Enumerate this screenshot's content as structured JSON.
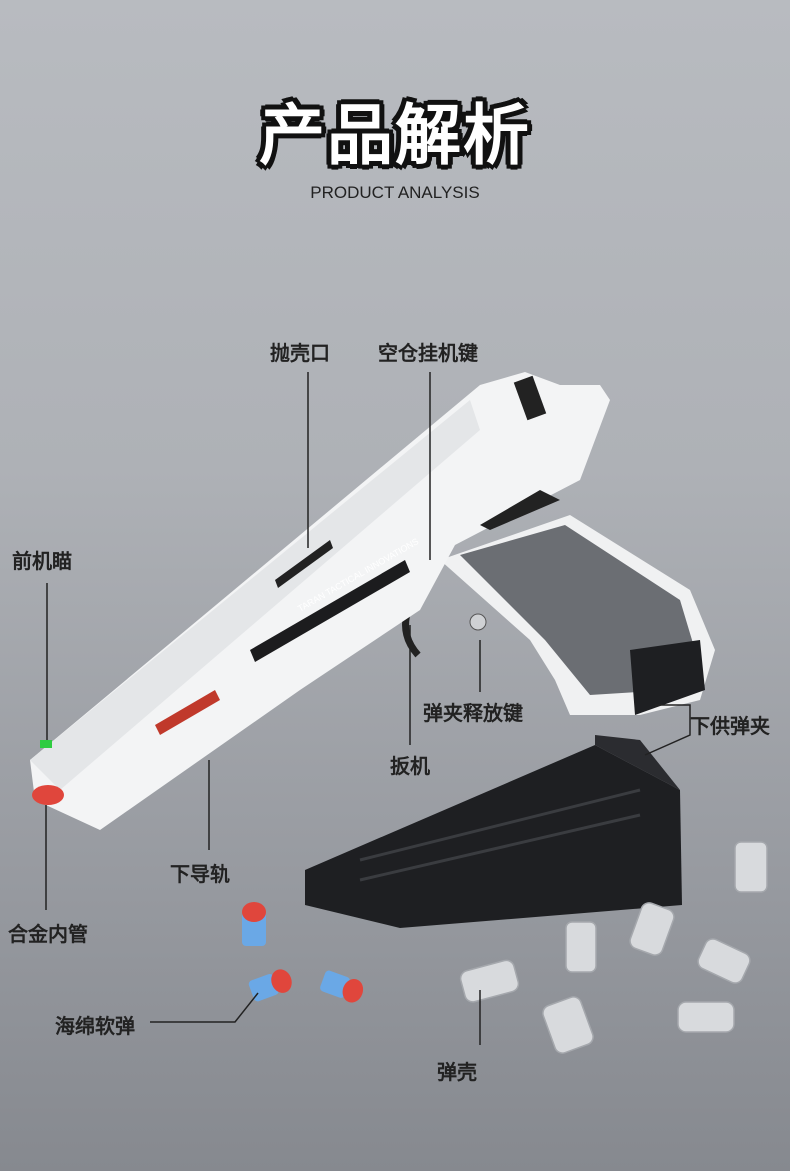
{
  "header": {
    "title": "产品解析",
    "subtitle": "PRODUCT ANALYSIS"
  },
  "product": {
    "logo_text": "TARAN TACTICAL INNOVATIONS"
  },
  "labels": {
    "ejection_port": "抛壳口",
    "slide_stop": "空仓挂机键",
    "front_sight": "前机瞄",
    "mag_release": "弹夹释放键",
    "trigger": "扳机",
    "bottom_magazine": "下供弹夹",
    "lower_rail": "下导轨",
    "alloy_barrel": "合金内管",
    "foam_darts": "海绵软弹",
    "shells": "弹壳"
  },
  "colors": {
    "background": "#aeb1b6",
    "slide": "#f2f3f4",
    "grip": "#6b6e73",
    "magazine": "#1e1f22",
    "dart_blue": "#6aa8e6",
    "dart_red": "#e0463c"
  }
}
